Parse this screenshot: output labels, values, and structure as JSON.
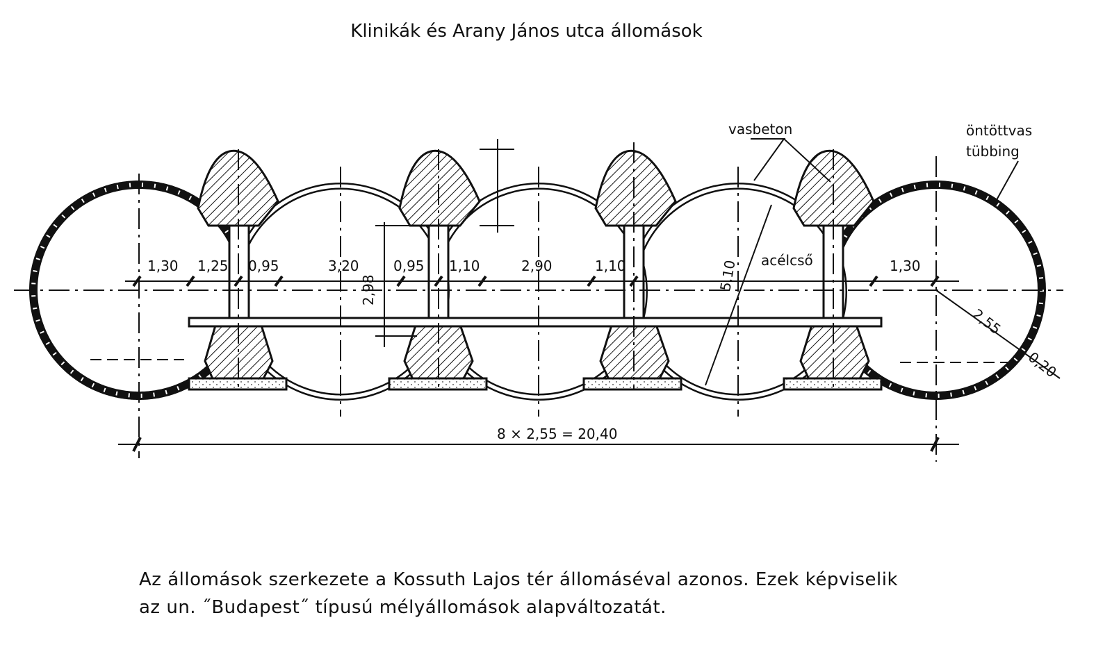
{
  "title": "Klinikák és Arany János utca állomások",
  "labels": {
    "vasbeton": "vasbeton",
    "ontottvas_line1": "öntöttvas",
    "ontottvas_line2": "tübbing",
    "acelcso": "acélcső"
  },
  "dimensions": {
    "d1": "1,30",
    "d2": "1,25",
    "d3": "0,95",
    "d4": "3,20",
    "d5": "0,95",
    "d6": "1,10",
    "d7": "2,90",
    "d8": "1,10",
    "d_right": "1,30",
    "height": "2,98",
    "diameter": "5,10",
    "radius": "2,55",
    "thickness": "0,20",
    "total": "8 × 2,55 = 20,40"
  },
  "caption": {
    "line1": "Az állomások szerkezete a Kossuth Lajos tér állomáséval  azonos. Ezek képviselik",
    "line2": "az un. ˝Budapest˝ típusú mélyállomások alapváltozatát."
  }
}
